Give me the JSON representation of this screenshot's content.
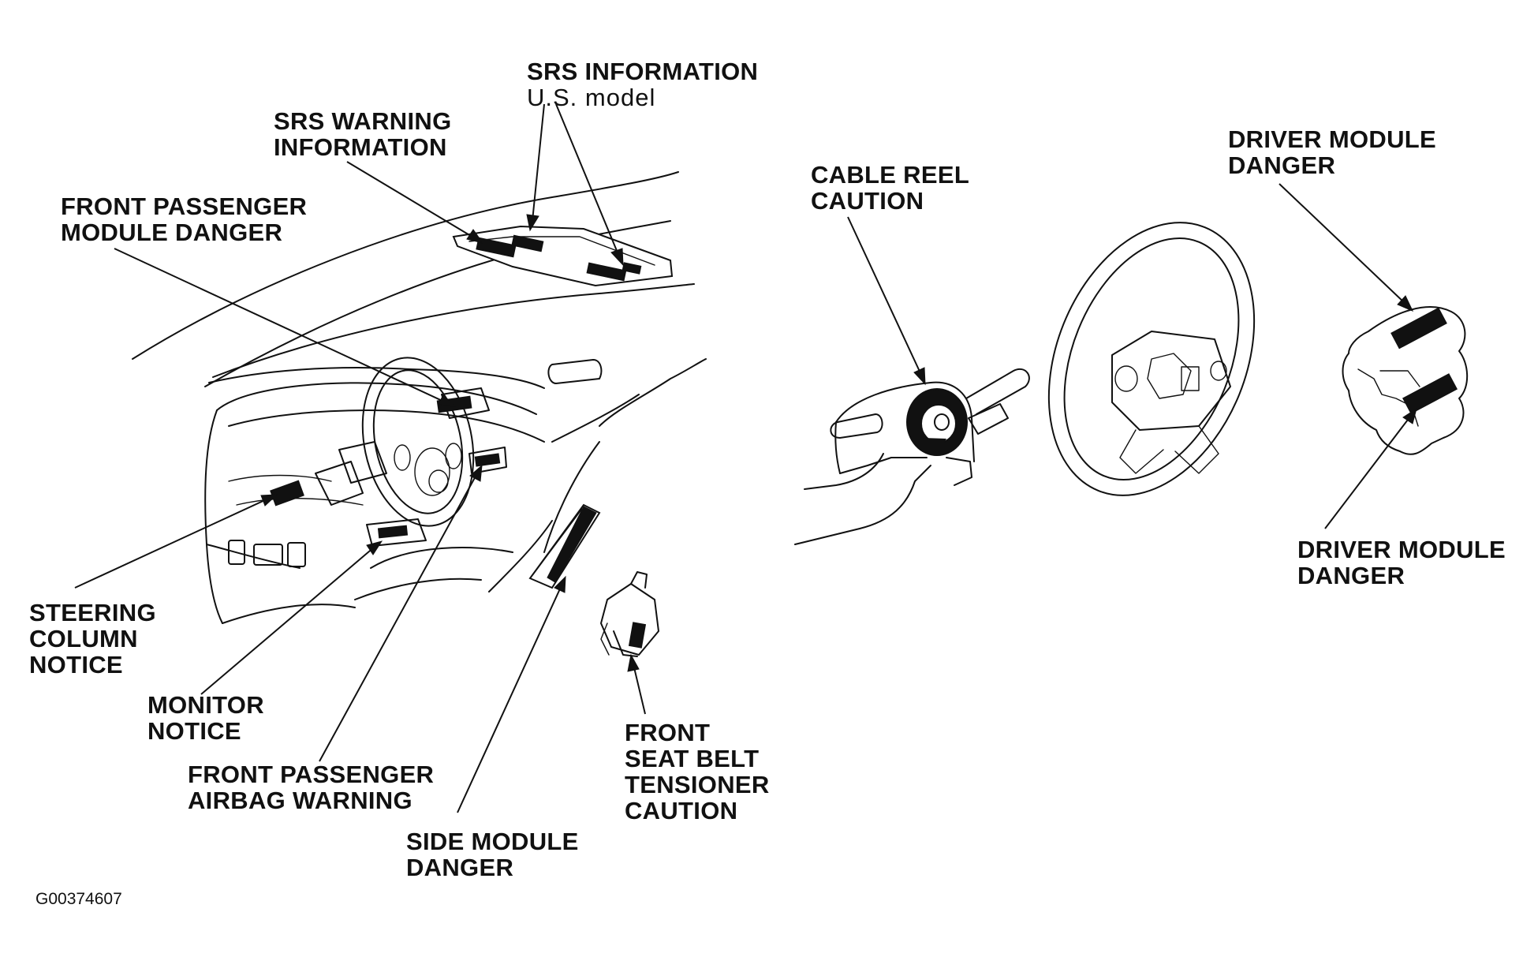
{
  "labels": {
    "srs_information": {
      "line1": "SRS INFORMATION",
      "line2": "U.S. model"
    },
    "srs_warning_information": {
      "line1": "SRS WARNING",
      "line2": "INFORMATION"
    },
    "front_passenger_module_danger": {
      "line1": "FRONT PASSENGER",
      "line2": "MODULE DANGER"
    },
    "steering_column_notice": {
      "line1": "STEERING",
      "line2": "COLUMN",
      "line3": "NOTICE"
    },
    "monitor_notice": {
      "line1": "MONITOR",
      "line2": "NOTICE"
    },
    "front_passenger_airbag_warning": {
      "line1": "FRONT PASSENGER",
      "line2": "AIRBAG WARNING"
    },
    "side_module_danger": {
      "line1": "SIDE MODULE",
      "line2": "DANGER"
    },
    "front_seat_belt_tensioner_caution": {
      "line1": "FRONT",
      "line2": "SEAT BELT",
      "line3": "TENSIONER",
      "line4": "CAUTION"
    },
    "cable_reel_caution": {
      "line1": "CABLE REEL",
      "line2": "CAUTION"
    },
    "driver_module_danger_top": {
      "line1": "DRIVER MODULE",
      "line2": "DANGER"
    },
    "driver_module_danger_bottom": {
      "line1": "DRIVER MODULE",
      "line2": "DANGER"
    }
  },
  "figure_code": "G00374607",
  "colors": {
    "ink": "#111111",
    "background": "#ffffff"
  }
}
